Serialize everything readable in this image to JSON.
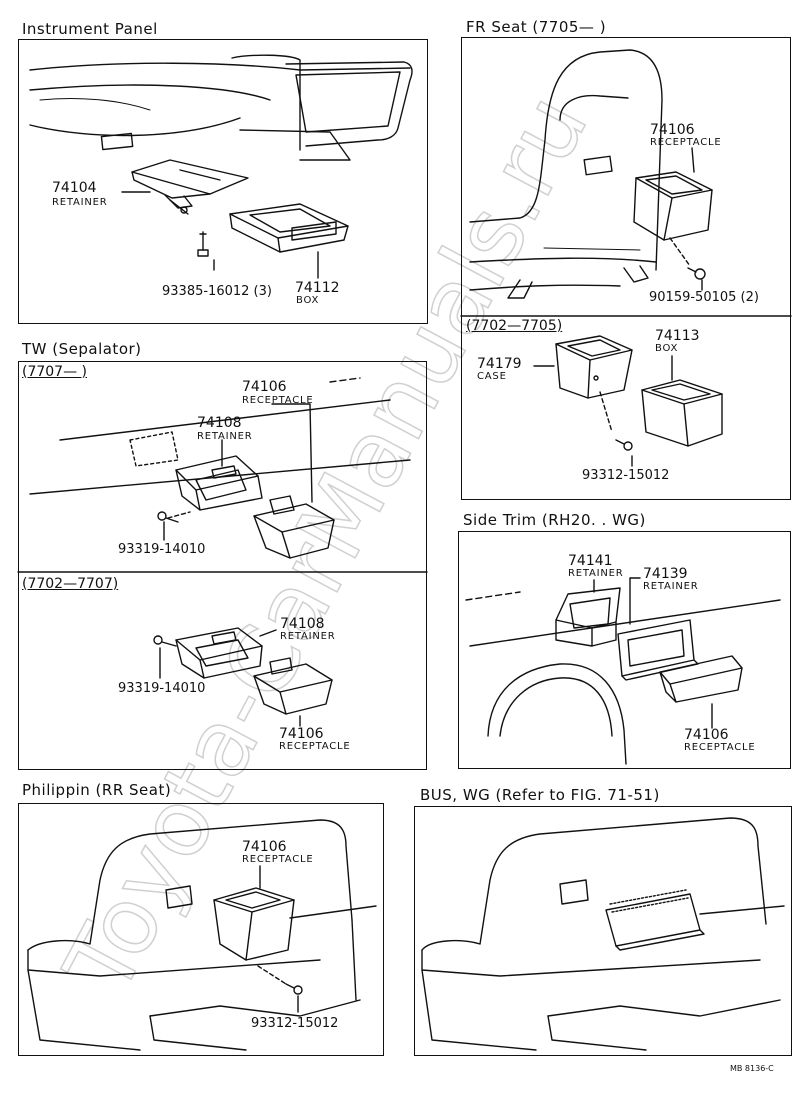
{
  "sections": {
    "instrument_panel": "Instrument Panel",
    "fr_seat": "FR  Seat  (7705—        )",
    "tw": "TW  (Sepalator)",
    "side_trim": "Side  Trim  (RH20. . WG)",
    "philippin": "Philippin  (RR Seat)",
    "bus_wg": "BUS, WG (Refer to FIG. 71-51)"
  },
  "subsections": {
    "tw_a": "(7707—          )",
    "tw_b": "(7702—7707)",
    "fr_b": "(7702—7705)"
  },
  "parts": {
    "ip_retainer_no": "74104",
    "ip_retainer_lbl": "RETAINER",
    "ip_bolt": "93385-16012 (3)",
    "ip_box_no": "74112",
    "ip_box_lbl": "BOX",
    "fr_rec_no": "74106",
    "fr_rec_lbl": "RECEPTACLE",
    "fr_screw": "90159-50105 (2)",
    "fr_case_no": "74179",
    "fr_case_lbl": "CASE",
    "fr_box_no": "74113",
    "fr_box_lbl": "BOX",
    "fr_screw2": "93312-15012",
    "twa_rec_no": "74106",
    "twa_rec_lbl": "RECEPTACLE",
    "twa_ret_no": "74108",
    "twa_ret_lbl": "RETAINER",
    "twa_screw": "93319-14010",
    "twb_ret_no": "74108",
    "twb_ret_lbl": "RETAINER",
    "twb_screw": "93319-14010",
    "twb_rec_no": "74106",
    "twb_rec_lbl": "RECEPTACLE",
    "st_ret1_no": "74141",
    "st_ret1_lbl": "RETAINER",
    "st_ret2_no": "74139",
    "st_ret2_lbl": "RETAINER",
    "st_rec_no": "74106",
    "st_rec_lbl": "RECEPTACLE",
    "ph_rec_no": "74106",
    "ph_rec_lbl": "RECEPTACLE",
    "ph_screw": "93312-15012"
  },
  "figure_code": "MB  8136-C",
  "watermark": "Toyota-CarManuals.ru",
  "colors": {
    "ink": "#111111",
    "paper": "#ffffff",
    "watermark": "#d8d8d8"
  }
}
